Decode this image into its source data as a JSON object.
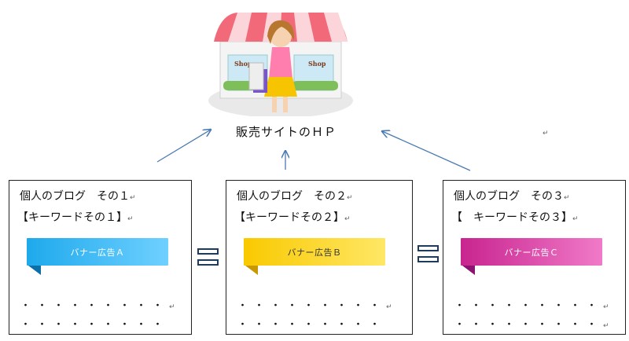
{
  "top": {
    "site_label": "販売サイトのＨＰ",
    "shop_sign_left": "Shop",
    "shop_sign_right": "Shop",
    "return_mark": "↵"
  },
  "blogs": [
    {
      "title": "個人のブログ　その１",
      "keyword": "【キーワードその１】",
      "banner": "バナー広告Ａ",
      "banner_color": "#29b6f6",
      "fold_color": "#0b6fa8",
      "dots": "・・・・・・・・・",
      "ret": "↵"
    },
    {
      "title": "個人のブログ　その２",
      "keyword": "【キーワードその２】",
      "banner": "バナー広告Ｂ",
      "banner_color": "#fdd835",
      "fold_color": "#c99700",
      "dots": "・・・・・・・・・",
      "ret": "↵"
    },
    {
      "title": "個人のブログ　その３",
      "keyword": "【　キーワードその３】",
      "banner": "バナー広告Ｃ",
      "banner_color": "#d63aa8",
      "fold_color": "#8a1470",
      "dots": "・・・・・・・・・",
      "ret": "↵"
    }
  ],
  "colors": {
    "arrow": "#4a7ab0",
    "equal_border": "#1f3b5c"
  }
}
